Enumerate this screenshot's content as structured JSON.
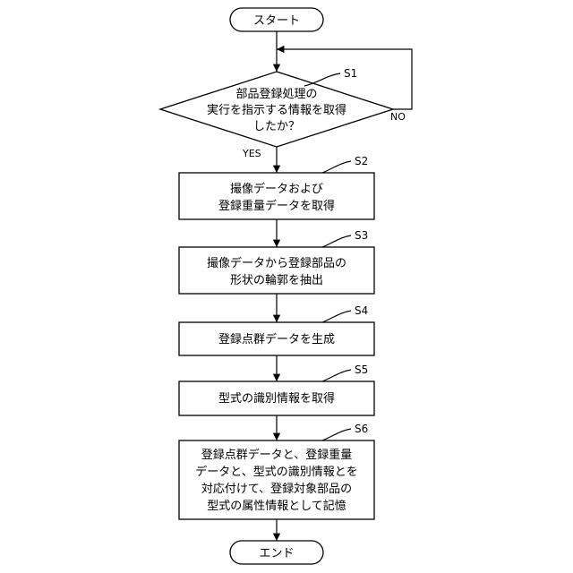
{
  "start": {
    "label": "スタート"
  },
  "end": {
    "label": "エンド"
  },
  "decision": {
    "step": "S1",
    "lines": [
      "部品登録処理の",
      "実行を指示する情報を取得",
      "したか？"
    ],
    "yes": "YES",
    "no": "NO"
  },
  "steps": [
    {
      "id": "S2",
      "lines": [
        "撮像データおよび",
        "登録重量データを取得"
      ]
    },
    {
      "id": "S3",
      "lines": [
        "撮像データから登録部品の",
        "形状の輪郭を抽出"
      ]
    },
    {
      "id": "S4",
      "lines": [
        "登録点群データを生成"
      ]
    },
    {
      "id": "S5",
      "lines": [
        "型式の識別情報を取得"
      ]
    },
    {
      "id": "S6",
      "lines": [
        "登録点群データと、登録重量",
        "データと、型式の識別情報とを",
        "対応付けて、登録対象部品の",
        "型式の属性情報として記憶"
      ]
    }
  ]
}
